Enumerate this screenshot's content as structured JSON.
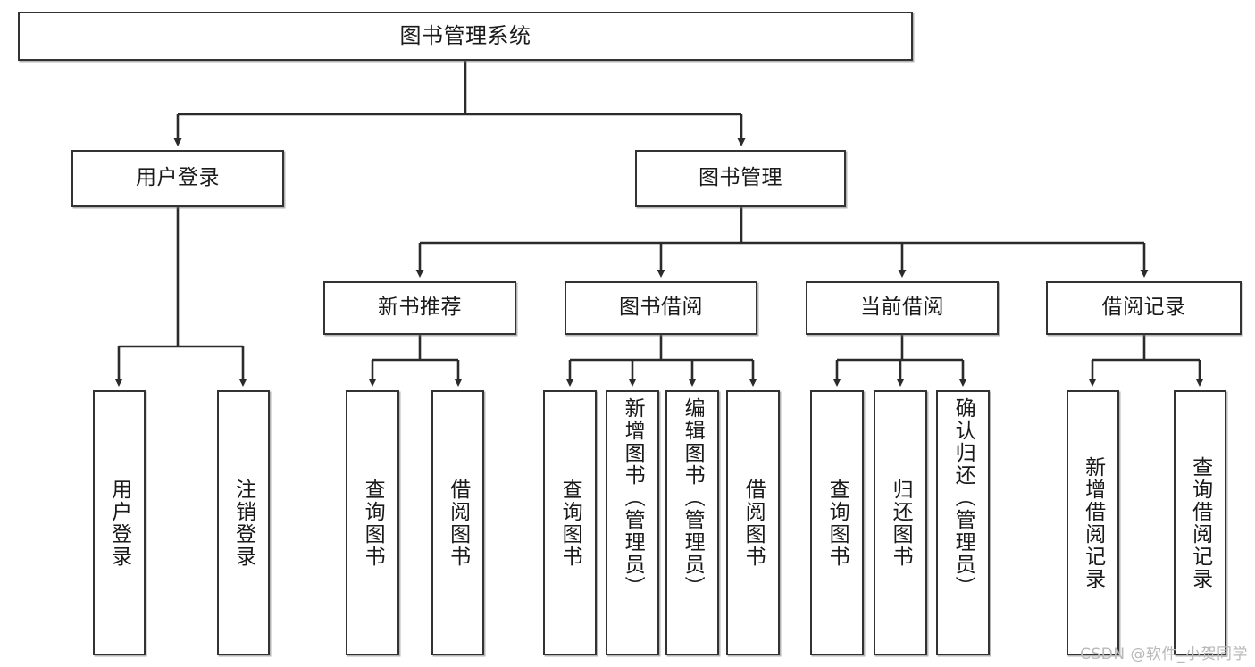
{
  "diagram": {
    "type": "tree-hierarchy",
    "title": "图书管理系统",
    "orientation": "top-down",
    "colors": {
      "box_border": "#333333",
      "box_fill": "#ffffff",
      "connector": "#2b2b2b",
      "text": "#1a1a1a",
      "watermark": "#b9b9b9"
    },
    "root": {
      "label": "图书管理系统"
    },
    "level2": [
      {
        "label": "用户登录"
      },
      {
        "label": "图书管理"
      }
    ],
    "level3": [
      {
        "label": "新书推荐"
      },
      {
        "label": "图书借阅"
      },
      {
        "label": "当前借阅"
      },
      {
        "label": "借阅记录"
      }
    ],
    "leaves": {
      "user_login": [
        {
          "label": "用户登录"
        },
        {
          "label": "注销登录"
        }
      ],
      "new_book_recommend": [
        {
          "label": "查询图书"
        },
        {
          "label": "借阅图书"
        }
      ],
      "book_borrow": [
        {
          "label": "查询图书"
        },
        {
          "label": "新增图书（管理员）"
        },
        {
          "label": "编辑图书（管理员）"
        },
        {
          "label": "借阅图书"
        }
      ],
      "current_borrow": [
        {
          "label": "查询图书"
        },
        {
          "label": "归还图书"
        },
        {
          "label": "确认归还（管理员）"
        }
      ],
      "borrow_record": [
        {
          "label": "新增借阅记录"
        },
        {
          "label": "查询借阅记录"
        }
      ]
    }
  },
  "watermark": {
    "text": "CSDN @软件_小贺同学"
  }
}
